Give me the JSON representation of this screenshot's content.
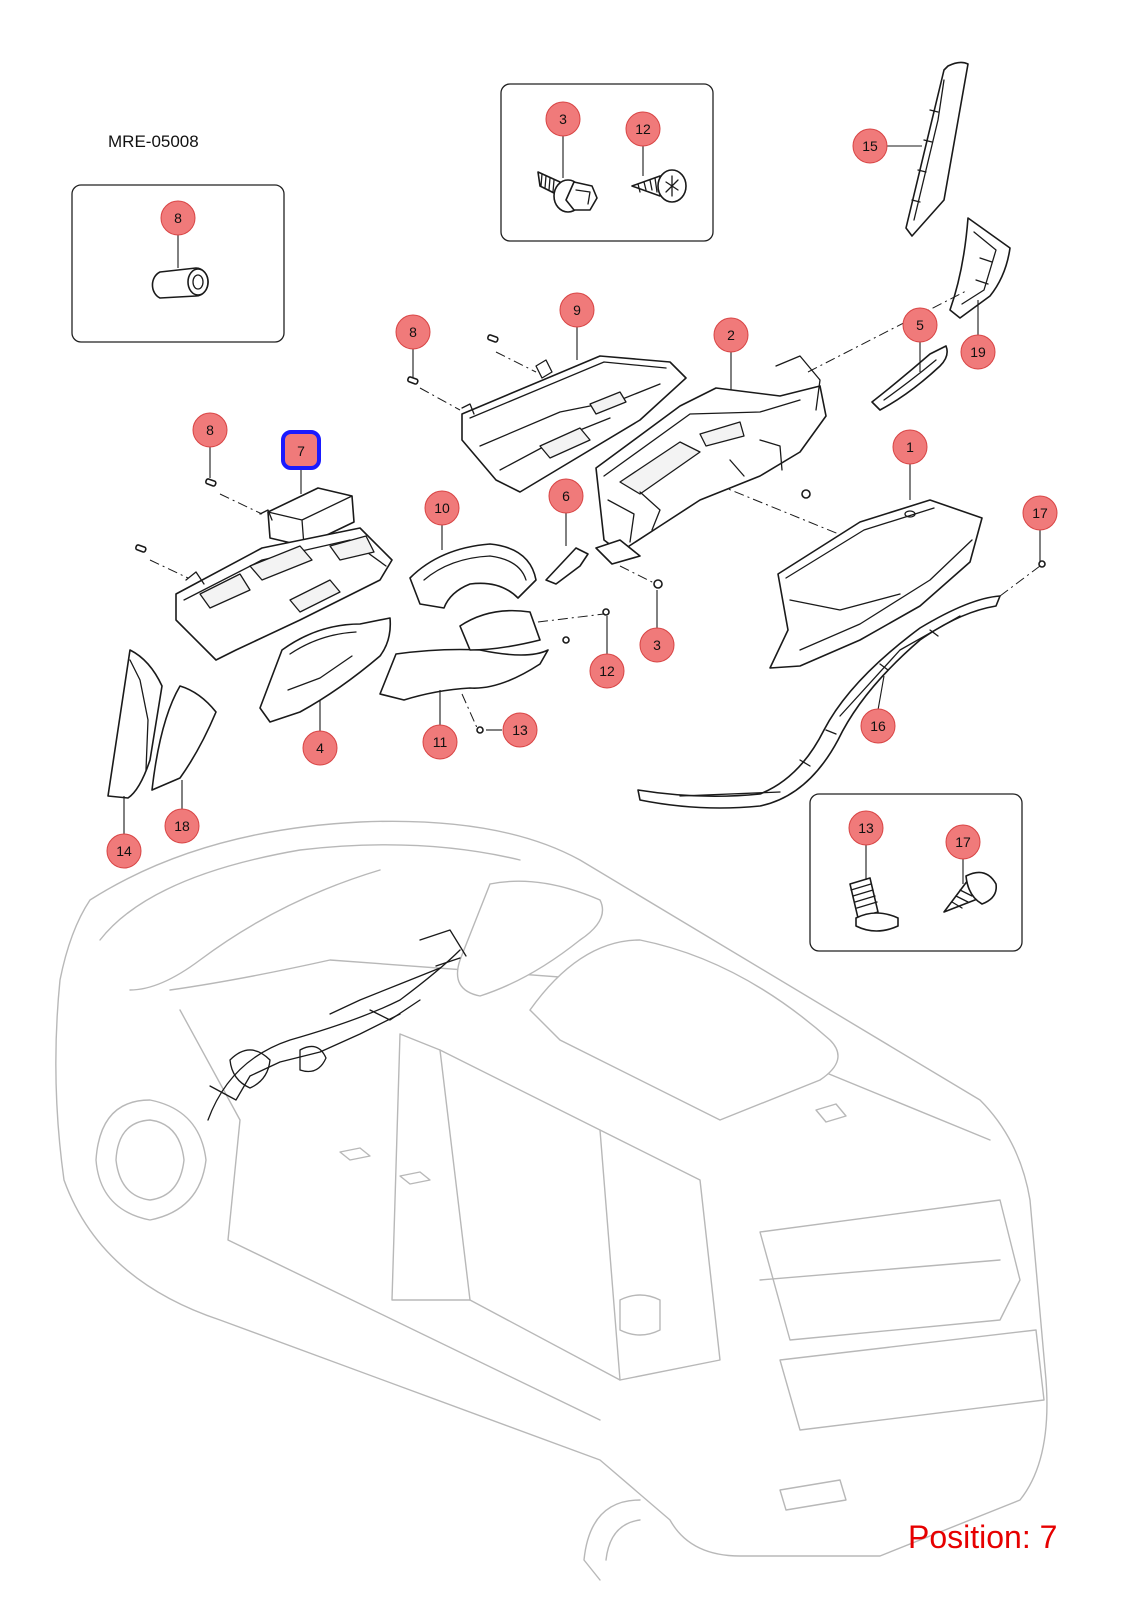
{
  "diagram": {
    "reference_code": "MRE-05008",
    "position_label": "Position: 7",
    "highlight_color": "#1a1aff",
    "callout_fill": "#f07a7a",
    "callout_stroke": "#d84444",
    "position_color": "#e60000"
  },
  "callouts": [
    {
      "id": "c8a",
      "label": "8"
    },
    {
      "id": "c3a",
      "label": "3"
    },
    {
      "id": "c12a",
      "label": "12"
    },
    {
      "id": "c15",
      "label": "15"
    },
    {
      "id": "c9",
      "label": "9"
    },
    {
      "id": "c8b",
      "label": "8"
    },
    {
      "id": "c2",
      "label": "2"
    },
    {
      "id": "c5",
      "label": "5"
    },
    {
      "id": "c19",
      "label": "19"
    },
    {
      "id": "c8c",
      "label": "8"
    },
    {
      "id": "c7",
      "label": "7"
    },
    {
      "id": "c1",
      "label": "1"
    },
    {
      "id": "c10",
      "label": "10"
    },
    {
      "id": "c6",
      "label": "6"
    },
    {
      "id": "c17a",
      "label": "17"
    },
    {
      "id": "c3b",
      "label": "3"
    },
    {
      "id": "c12b",
      "label": "12"
    },
    {
      "id": "c13a",
      "label": "13"
    },
    {
      "id": "c11",
      "label": "11"
    },
    {
      "id": "c4",
      "label": "4"
    },
    {
      "id": "c16",
      "label": "16"
    },
    {
      "id": "c18",
      "label": "18"
    },
    {
      "id": "c14",
      "label": "14"
    },
    {
      "id": "c13b",
      "label": "13"
    },
    {
      "id": "c17b",
      "label": "17"
    }
  ]
}
